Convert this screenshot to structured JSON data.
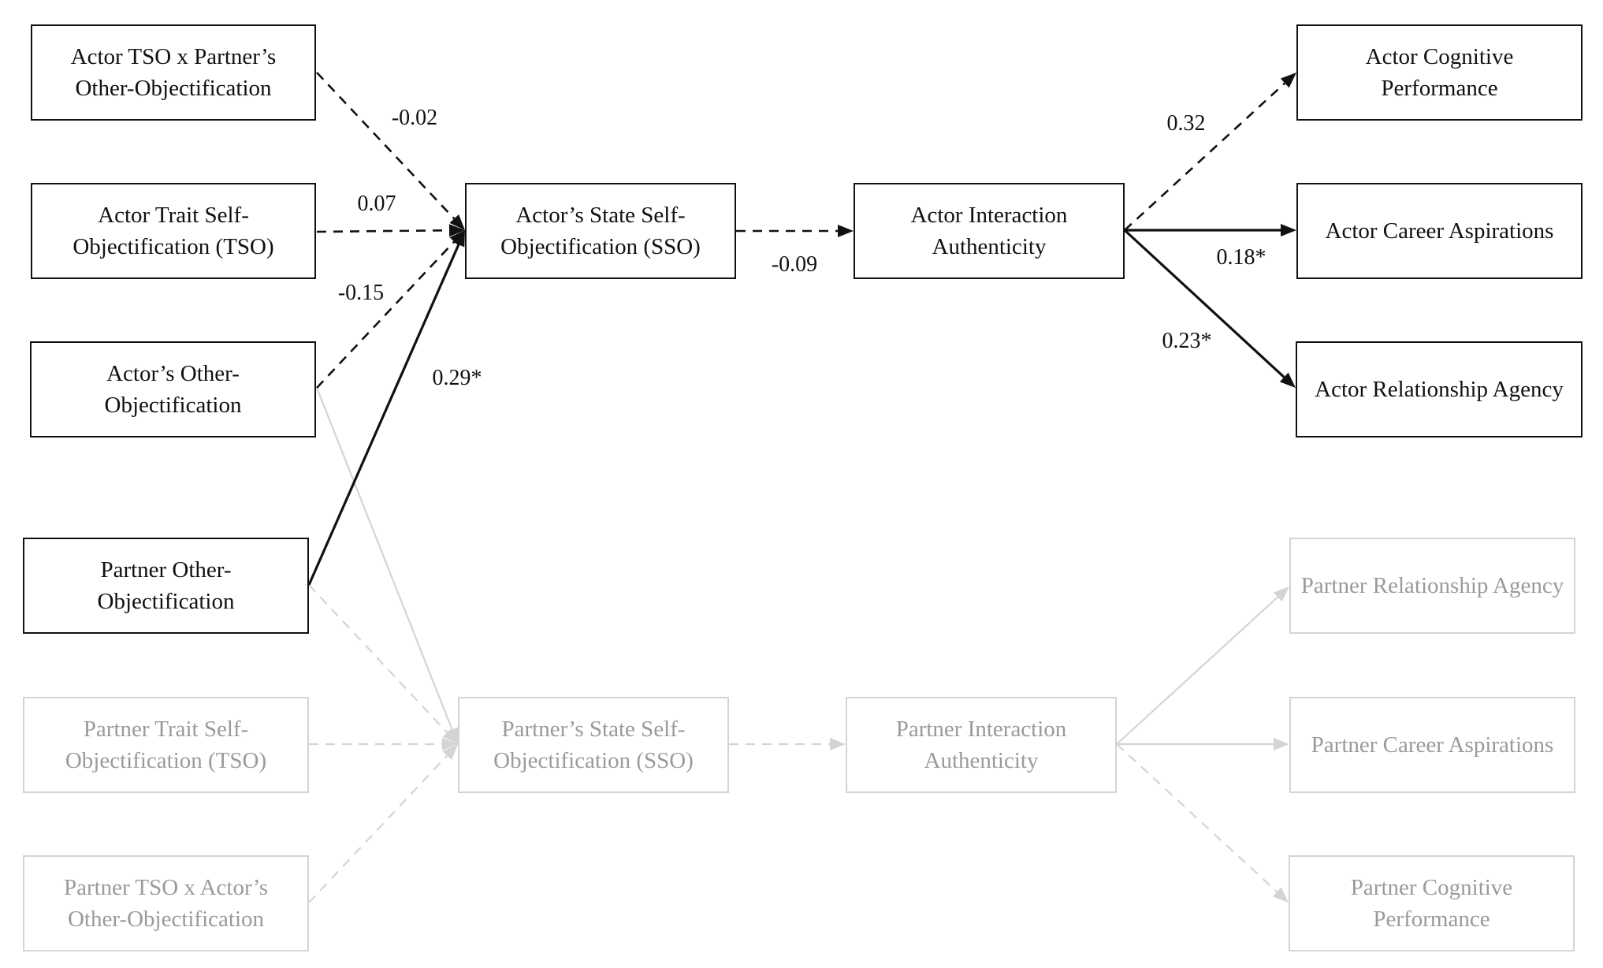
{
  "nodes": {
    "actor_tso_x_partner": "Actor TSO x Partner’s Other-Objectification",
    "actor_trait_tso": "Actor Trait Self-Objectification (TSO)",
    "actor_other_obj": "Actor’s Other-Objectification",
    "partner_other_obj": "Partner Other-Objectification",
    "partner_trait_tso": "Partner Trait Self-Objectification (TSO)",
    "partner_tso_x_actor": "Partner TSO x Actor’s Other-Objectification",
    "actor_sso": "Actor’s State Self-Objectification (SSO)",
    "partner_sso": "Partner’s State Self-Objectification (SSO)",
    "actor_auth": "Actor Interaction Authenticity",
    "partner_auth": "Partner Interaction Authenticity",
    "actor_cog": "Actor Cognitive Performance",
    "actor_career": "Actor Career Aspirations",
    "actor_rel": "Actor Relationship Agency",
    "partner_rel": "Partner Relationship Agency",
    "partner_career": "Partner Career Aspirations",
    "partner_cog": "Partner Cognitive Performance"
  },
  "edges": [
    {
      "id": "e1",
      "from": "actor_tso_x_partner",
      "to": "actor_sso",
      "style": "dashed",
      "faded": false,
      "label": "-0.02"
    },
    {
      "id": "e2",
      "from": "actor_trait_tso",
      "to": "actor_sso",
      "style": "dashed",
      "faded": false,
      "label": "0.07"
    },
    {
      "id": "e3",
      "from": "actor_other_obj",
      "to": "actor_sso",
      "style": "dashed",
      "faded": false,
      "label": "-0.15"
    },
    {
      "id": "e4",
      "from": "partner_other_obj",
      "to": "actor_sso",
      "style": "solid",
      "faded": false,
      "label": "0.29*"
    },
    {
      "id": "e5",
      "from": "actor_sso",
      "to": "actor_auth",
      "style": "dashed",
      "faded": false,
      "label": "-0.09"
    },
    {
      "id": "e6",
      "from": "actor_auth",
      "to": "actor_cog",
      "style": "dashed",
      "faded": false,
      "label": "0.32"
    },
    {
      "id": "e7",
      "from": "actor_auth",
      "to": "actor_career",
      "style": "solid",
      "faded": false,
      "label": "0.18*"
    },
    {
      "id": "e8",
      "from": "actor_auth",
      "to": "actor_rel",
      "style": "solid",
      "faded": false,
      "label": "0.23*"
    },
    {
      "id": "e9",
      "from": "actor_other_obj",
      "to": "partner_sso",
      "style": "solid",
      "faded": true,
      "label": ""
    },
    {
      "id": "e10",
      "from": "partner_other_obj",
      "to": "partner_sso",
      "style": "dashed",
      "faded": true,
      "label": ""
    },
    {
      "id": "e11",
      "from": "partner_trait_tso",
      "to": "partner_sso",
      "style": "dashed",
      "faded": true,
      "label": ""
    },
    {
      "id": "e12",
      "from": "partner_tso_x_actor",
      "to": "partner_sso",
      "style": "dashed",
      "faded": true,
      "label": ""
    },
    {
      "id": "e13",
      "from": "partner_sso",
      "to": "partner_auth",
      "style": "dashed",
      "faded": true,
      "label": ""
    },
    {
      "id": "e14",
      "from": "partner_auth",
      "to": "partner_rel",
      "style": "solid",
      "faded": true,
      "label": ""
    },
    {
      "id": "e15",
      "from": "partner_auth",
      "to": "partner_career",
      "style": "solid",
      "faded": true,
      "label": ""
    },
    {
      "id": "e16",
      "from": "partner_auth",
      "to": "partner_cog",
      "style": "dashed",
      "faded": true,
      "label": ""
    }
  ],
  "colors": {
    "active_stroke": "#111111",
    "faded_stroke": "#d4d4d4",
    "faded_text": "#9a9a9a"
  }
}
